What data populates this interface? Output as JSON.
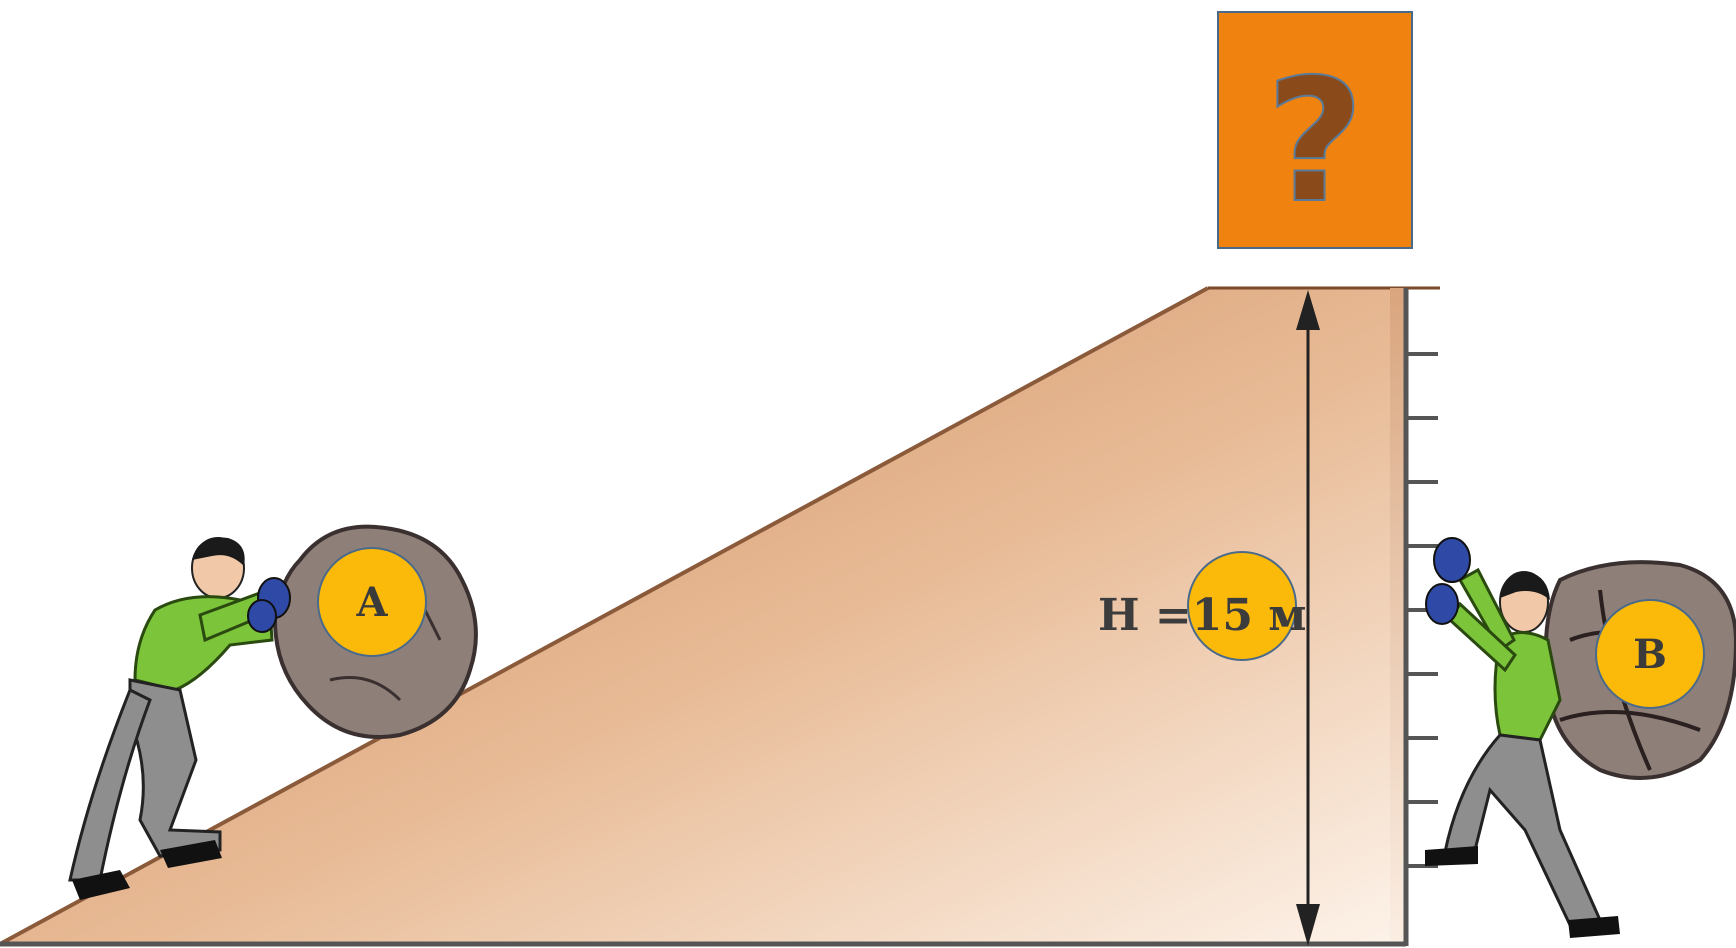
{
  "question": {
    "symbol": "?",
    "box_color": "#f0820f",
    "symbol_color": "#8a4a1a"
  },
  "labels": {
    "a": "A",
    "b": "B"
  },
  "height": {
    "text": "H =15 м"
  },
  "colors": {
    "badge": "#fbb90a",
    "slope_dark": "#c8875a",
    "slope_light": "#fdf3ea",
    "shirt": "#7cc43a",
    "pants": "#8e8e8e",
    "glove": "#2f4aa6",
    "rock": "#8f7f79"
  },
  "icons": [
    "question-mark-icon",
    "person-pushing-rock-icon",
    "person-lifting-rock-icon"
  ]
}
